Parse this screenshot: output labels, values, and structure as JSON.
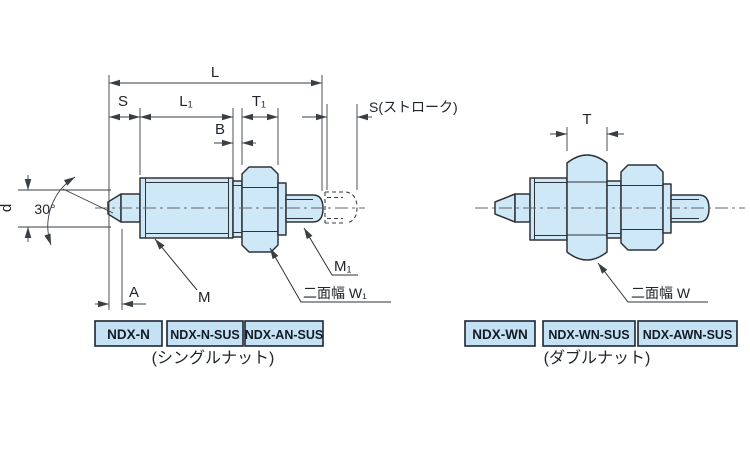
{
  "colors": {
    "part_fill": "#cfe8f7",
    "box_fill": "#c5e2f4",
    "line": "#2e3338",
    "dim_line": "#3a3f44"
  },
  "left": {
    "dims": {
      "L": "L",
      "S": "S",
      "L1": "L₁",
      "T1": "T₁",
      "B": "B",
      "stroke": "S(ストローク)",
      "d": "d",
      "angle": "30°",
      "A": "A"
    },
    "leaders": {
      "M": "M",
      "M1": "M₁",
      "W1": "二面幅 W₁"
    },
    "models": [
      "NDX-N",
      "NDX-N-SUS",
      "NDX-AN-SUS"
    ],
    "caption": "(シングルナット)"
  },
  "right": {
    "dims": {
      "T": "T"
    },
    "leaders": {
      "W": "二面幅 W"
    },
    "models": [
      "NDX-WN",
      "NDX-WN-SUS",
      "NDX-AWN-SUS"
    ],
    "caption": "(ダブルナット)"
  }
}
